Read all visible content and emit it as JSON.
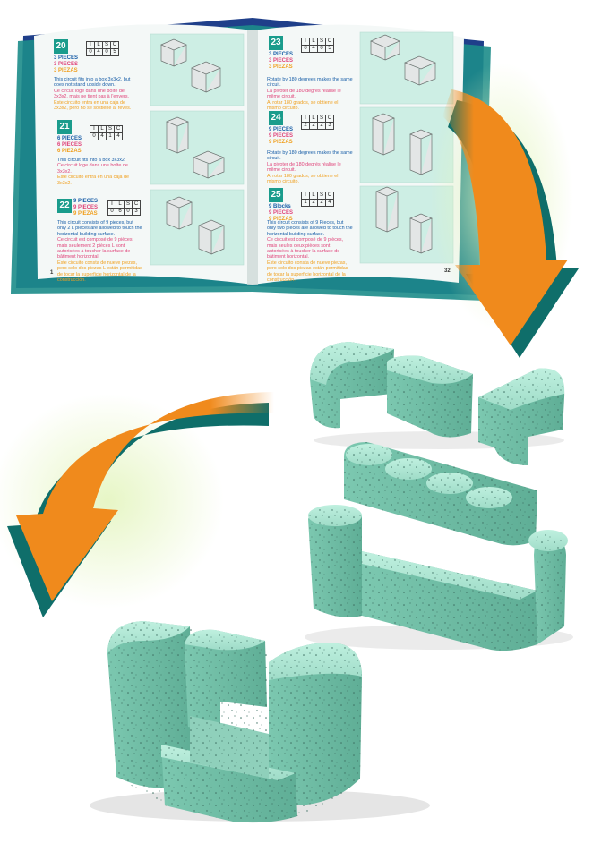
{
  "booklet": {
    "left_page_number": "1",
    "right_page_number": "32",
    "puzzles": [
      {
        "number": "20",
        "labels": [
          "3 PIECES",
          "3 PIECES",
          "3 PIEZAS"
        ],
        "headers": [
          "I",
          "L",
          "S",
          "C"
        ],
        "counts": [
          "0",
          "4",
          "0",
          "5"
        ],
        "desc_en": "This circuit fits into a box 3x3x2, but does not stand upside down.",
        "desc_fr": "Ce circuit loge dans une boîte de 3x3x2, mais ne tient pas à l'envers.",
        "desc_es": "Este circuito entra en una caja de 3x3x2, pero no se sostiene al revés."
      },
      {
        "number": "21",
        "labels": [
          "6 PIECES",
          "6 PIECES",
          "6 PIEZAS"
        ],
        "headers": [
          "I",
          "L",
          "S",
          "C"
        ],
        "counts": [
          "0",
          "4",
          "1",
          "4"
        ],
        "desc_en": "This circuit fits into a box 3x3x2.",
        "desc_fr": "Ce circuit loge dans une boîte de 3x3x2.",
        "desc_es": "Este circuito entra en una caja de 3x3x2."
      },
      {
        "number": "22",
        "labels": [
          "9 PIECES",
          "9 PIECES",
          "9 PIEZAS"
        ],
        "headers": [
          "I",
          "L",
          "S",
          "C"
        ],
        "counts": [
          "0",
          "6",
          "0",
          "3"
        ],
        "desc_en": "This circuit consists of 9 pieces, but only 2 L pieces are allowed to touch the horizontal building surface.",
        "desc_fr": "Ce circuit est composé de 9 pièces, mais seulement 2 pièces L sont autorisées à toucher la surface de bâtiment horizontal.",
        "desc_es": "Este circuito consta de nueve piezas, pero solo dos piezas L están permitidas de tocar la superficie horizontal de la construcción."
      },
      {
        "number": "23",
        "labels": [
          "3 PIECES",
          "3 PIECES",
          "3 PIEZAS"
        ],
        "headers": [
          "I",
          "L",
          "S",
          "C"
        ],
        "counts": [
          "0",
          "4",
          "0",
          "5"
        ],
        "desc_en": "Rotate by 180 degrees makes the same circuit.",
        "desc_fr": "La pivoter de 180 degrés réalise le même circuit.",
        "desc_es": "Al rotar 180 grados, se obtiene el mismo circuito."
      },
      {
        "number": "24",
        "labels": [
          "9 PIECES",
          "9 PIECES",
          "9 PIEZAS"
        ],
        "headers": [
          "I",
          "L",
          "S",
          "C"
        ],
        "counts": [
          "2",
          "2",
          "2",
          "3"
        ],
        "desc_en": "Rotate by 180 degrees makes the same circuit.",
        "desc_fr": "La pivoter de 180 degrés réalise le même circuit.",
        "desc_es": "Al rotar 180 grados, se obtiene el mismo circuito."
      },
      {
        "number": "25",
        "labels": [
          "9 Blocks",
          "9 PIECES",
          "9 PIEZAS"
        ],
        "headers": [
          "I",
          "L",
          "S",
          "C"
        ],
        "counts": [
          "1",
          "2",
          "2",
          "4"
        ],
        "desc_en": "This circuit consists of 9 Pieces, but only two pieces are allowed to touch the horizontal building surface.",
        "desc_fr": "Ce circuit est composé de 9 pièces, mais seules deux pièces sont autorisées à toucher la surface de bâtiment horizontal.",
        "desc_es": "Este circuito consta de nueve piezas, pero solo dos piezas están permitidas de tocar la superficie horizontal de la construcción."
      }
    ]
  },
  "colors": {
    "page_background": "#ffffff",
    "book_cover_teal": "#1c8c8a",
    "book_cover_edge": "#1f3f8a",
    "page_paper": "#f4f8f7",
    "puzzle_number_badge": "#1a9c8c",
    "arrow_orange": "#f08a1c",
    "arrow_shadow_teal": "#0f6e6a",
    "arrow_glow": "#e4f5bf",
    "piece_mint": "#9fdcc8",
    "piece_mint_shade": "#6fb9a2",
    "piece_mint_dark": "#4f9a84"
  },
  "icons": [
    "page-turn-arrow-icon",
    "assembly-arrow-icon"
  ]
}
